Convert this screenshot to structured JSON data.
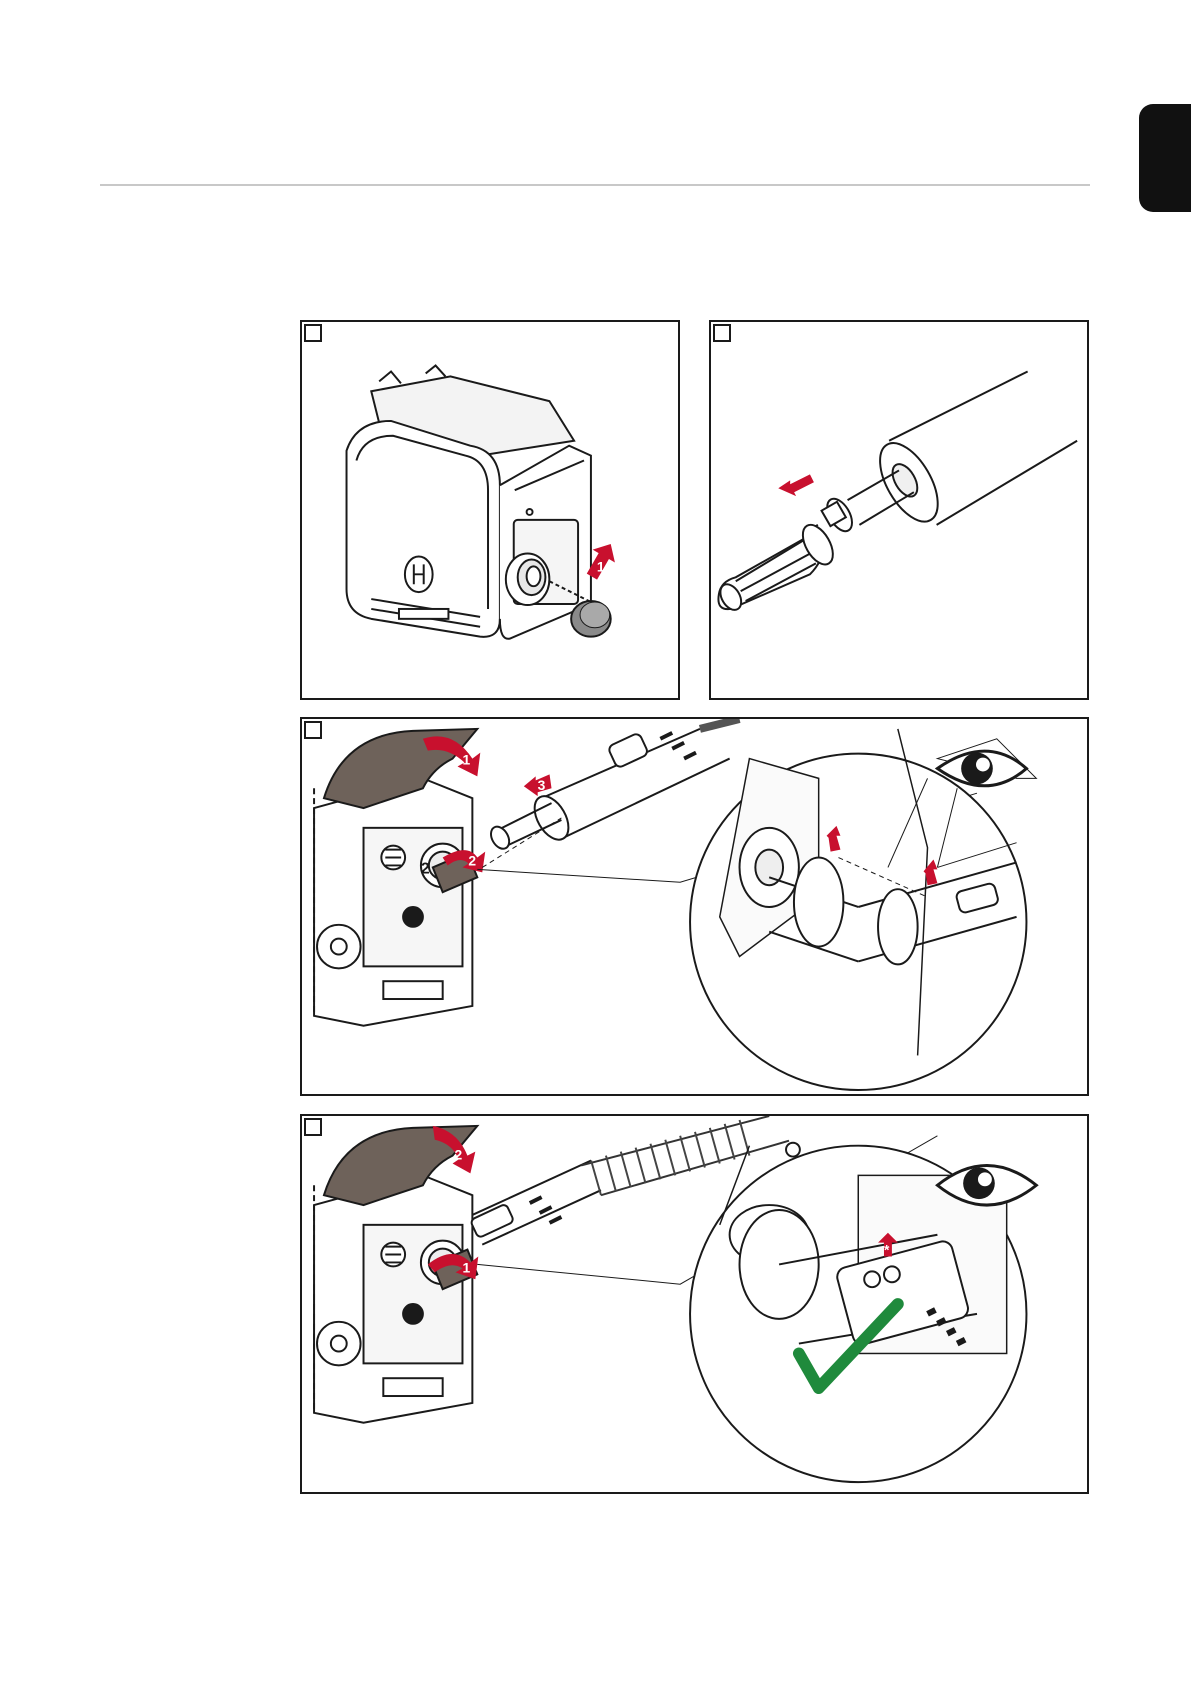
{
  "page": {
    "accent_red": "#c8102e",
    "check_green": "#1f8a3c",
    "cover_brown": "#6e625a",
    "side_tab_color": "#111111"
  },
  "panels": [
    {
      "id": "step-1",
      "icons": [
        "wire-feeder-unit-icon",
        "protective-cap-icon",
        "red-arrow-icon"
      ],
      "arrow_labels": [
        "1"
      ]
    },
    {
      "id": "step-2",
      "icons": [
        "torch-hosepack-icon",
        "nozzle-cap-icon",
        "red-arrow-icon"
      ],
      "arrow_labels": []
    },
    {
      "id": "step-3",
      "icons": [
        "wire-feeder-open-icon",
        "torch-connector-icon",
        "magnifier-detail-icon",
        "eye-icon",
        "red-arrow-icon"
      ],
      "arrow_labels": [
        "1",
        "2",
        "3"
      ]
    },
    {
      "id": "step-4",
      "icons": [
        "wire-feeder-open-icon",
        "corrugated-hose-icon",
        "magnifier-detail-icon",
        "eye-icon",
        "checkmark-icon",
        "red-arrow-icon"
      ],
      "arrow_labels": [
        "2",
        "1",
        "*"
      ]
    }
  ]
}
